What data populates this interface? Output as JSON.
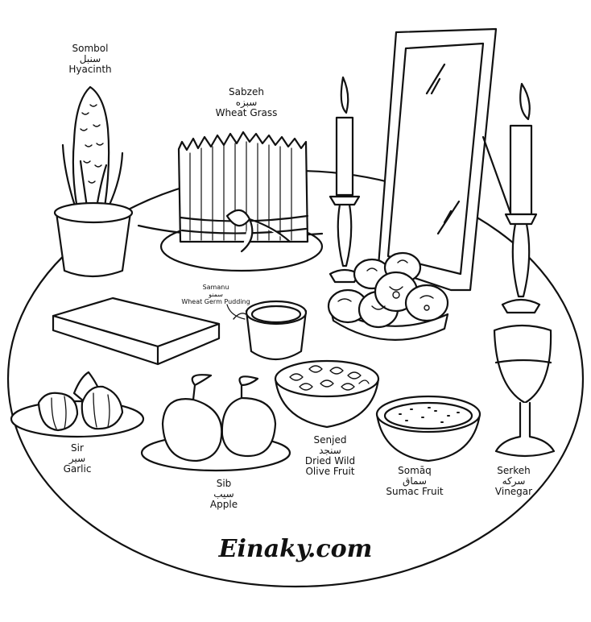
{
  "labels": {
    "sombol": {
      "name": "Sombol",
      "farsi": "سنبل",
      "english": "Hyacinth"
    },
    "sabzeh": {
      "name": "Sabzeh",
      "farsi": "سبزه",
      "english": "Wheat Grass"
    },
    "samanu": {
      "name": "Samanu",
      "farsi": "سمنو",
      "english": "Wheat Germ Pudding"
    },
    "sir": {
      "name": "Sir",
      "farsi": "سیر",
      "english": "Garlic"
    },
    "sib": {
      "name": "Sib",
      "farsi": "سیب",
      "english": "Apple"
    },
    "senjed": {
      "name": "Senjed",
      "farsi": "سنجد",
      "english_line1": "Dried Wild",
      "english_line2": "Olive Fruit"
    },
    "somaq": {
      "name": "Somāq",
      "farsi": "سماق",
      "english": "Sumac Fruit"
    },
    "serkeh": {
      "name": "Serkeh",
      "farsi": "سرکه",
      "english": "Vinegar"
    }
  },
  "watermark": "Einaky.com"
}
